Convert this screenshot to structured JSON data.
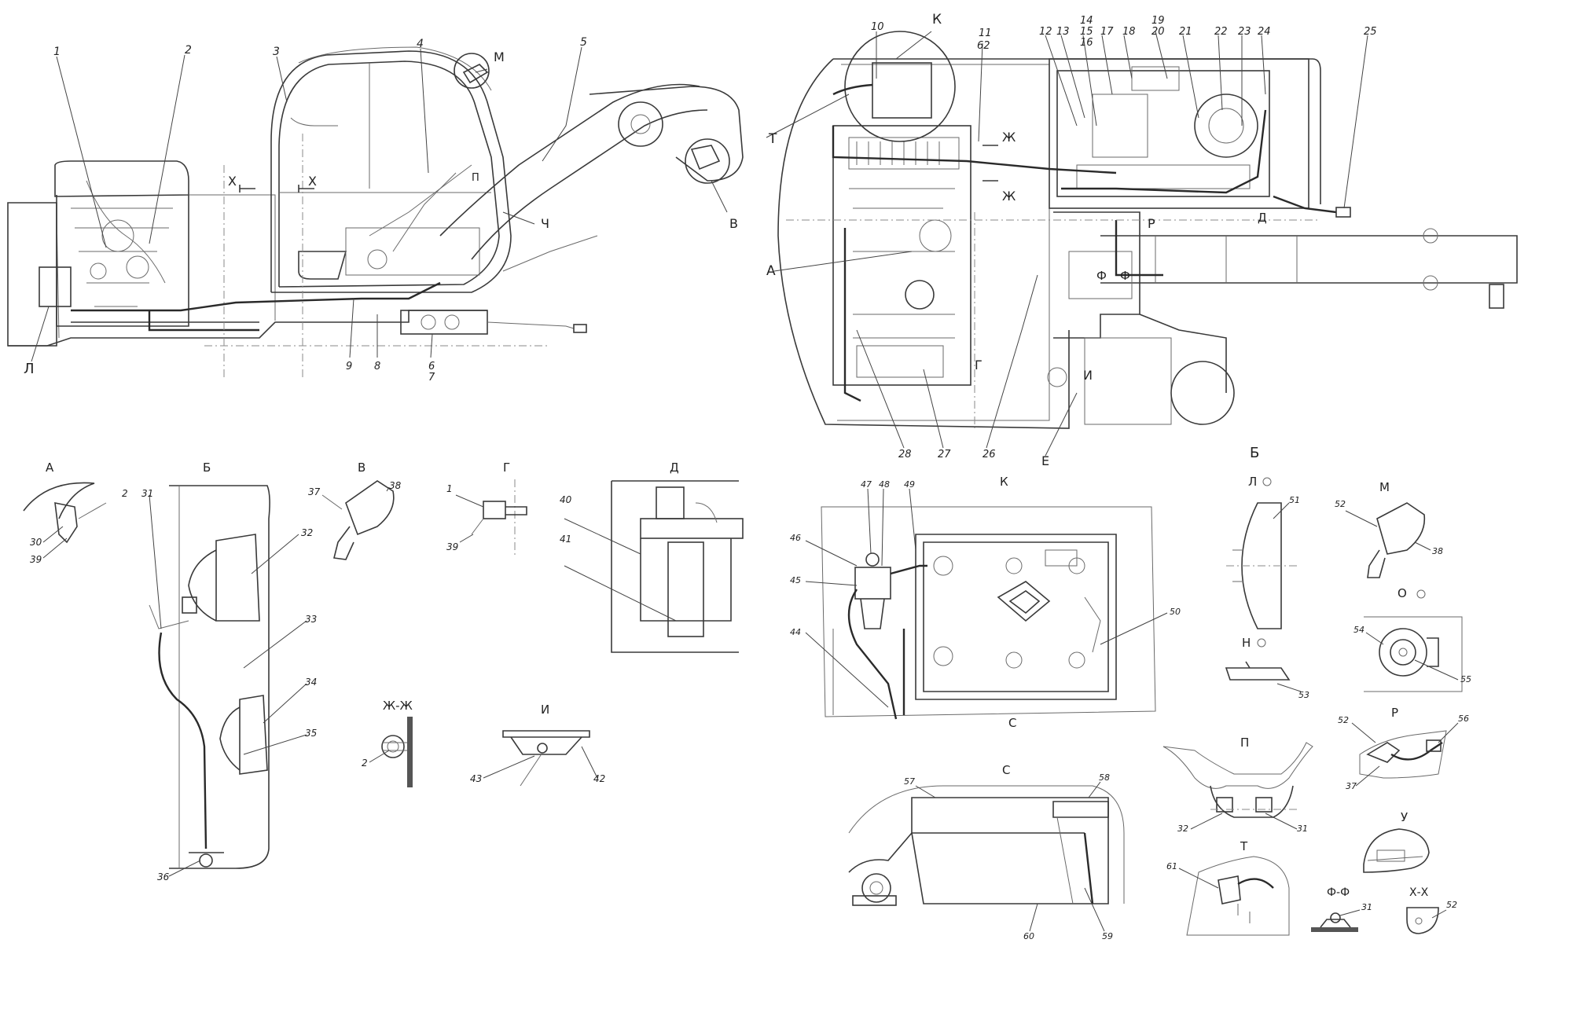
{
  "callouts_top_left": [
    {
      "id": "c1",
      "text": "1"
    },
    {
      "id": "c2",
      "text": "2"
    },
    {
      "id": "c3",
      "text": "3"
    },
    {
      "id": "c4",
      "text": "4"
    },
    {
      "id": "c5",
      "text": "5"
    },
    {
      "id": "c6",
      "text": "6"
    },
    {
      "id": "c7",
      "text": "7"
    },
    {
      "id": "c8",
      "text": "8"
    },
    {
      "id": "c9",
      "text": "9"
    },
    {
      "id": "cL",
      "text": "Л"
    },
    {
      "id": "cM",
      "text": "М"
    },
    {
      "id": "cV",
      "text": "В"
    },
    {
      "id": "cCh",
      "text": "Ч"
    },
    {
      "id": "cX1",
      "text": "Х"
    },
    {
      "id": "cX2",
      "text": "Х"
    },
    {
      "id": "cP",
      "text": "П"
    }
  ],
  "callouts_top_right": [
    {
      "id": "c10",
      "text": "10"
    },
    {
      "id": "cK",
      "text": "К"
    },
    {
      "id": "c11",
      "text": "11"
    },
    {
      "id": "c62",
      "text": "62"
    },
    {
      "id": "c12",
      "text": "12"
    },
    {
      "id": "c13",
      "text": "13"
    },
    {
      "id": "c14",
      "text": "14"
    },
    {
      "id": "c15",
      "text": "15"
    },
    {
      "id": "c16",
      "text": "16"
    },
    {
      "id": "c17",
      "text": "17"
    },
    {
      "id": "c18",
      "text": "18"
    },
    {
      "id": "c19",
      "text": "19"
    },
    {
      "id": "c20",
      "text": "20"
    },
    {
      "id": "c21",
      "text": "21"
    },
    {
      "id": "c22",
      "text": "22"
    },
    {
      "id": "c23",
      "text": "23"
    },
    {
      "id": "c24",
      "text": "24"
    },
    {
      "id": "c25",
      "text": "25"
    },
    {
      "id": "cT",
      "text": "Т"
    },
    {
      "id": "cA",
      "text": "А"
    },
    {
      "id": "cZh1",
      "text": "Ж"
    },
    {
      "id": "cZh2",
      "text": "Ж"
    },
    {
      "id": "cR",
      "text": "Р"
    },
    {
      "id": "cD",
      "text": "Д"
    },
    {
      "id": "cF1",
      "text": "Ф"
    },
    {
      "id": "cF2",
      "text": "Ф"
    },
    {
      "id": "cG",
      "text": "Г"
    },
    {
      "id": "cI",
      "text": "И"
    },
    {
      "id": "c26",
      "text": "26"
    },
    {
      "id": "c27",
      "text": "27"
    },
    {
      "id": "c28",
      "text": "28"
    },
    {
      "id": "cE",
      "text": "Е"
    },
    {
      "id": "cB",
      "text": "Б"
    }
  ],
  "views": {
    "A": {
      "title": "А",
      "labels": [
        "2",
        "30",
        "39"
      ]
    },
    "B": {
      "title": "Б",
      "labels": [
        "31",
        "32",
        "33",
        "34",
        "35",
        "36"
      ]
    },
    "V": {
      "title": "В",
      "labels": [
        "37",
        "38"
      ]
    },
    "G": {
      "title": "Г",
      "labels": [
        "1",
        "39"
      ]
    },
    "D": {
      "title": "Д",
      "labels": [
        "40",
        "41"
      ]
    },
    "ZhZh": {
      "title": "Ж-Ж",
      "labels": [
        "2"
      ]
    },
    "I": {
      "title": "И",
      "labels": [
        "43",
        "42"
      ]
    },
    "K": {
      "title": "К",
      "labels": [
        "47",
        "48",
        "49",
        "46",
        "45",
        "44",
        "50",
        "С"
      ]
    },
    "L": {
      "title": "Л",
      "labels": [
        "51"
      ]
    },
    "M": {
      "title": "М",
      "labels": [
        "52",
        "38"
      ]
    },
    "N": {
      "title": "Н",
      "labels": [
        "53"
      ]
    },
    "O": {
      "title": "О",
      "labels": [
        "54",
        "55"
      ]
    },
    "P": {
      "title": "П",
      "labels": [
        "32",
        "31"
      ]
    },
    "R": {
      "title": "Р",
      "labels": [
        "52",
        "56",
        "37"
      ]
    },
    "S": {
      "title": "С",
      "labels": [
        "57",
        "58",
        "59",
        "60"
      ]
    },
    "T": {
      "title": "Т",
      "labels": [
        "61"
      ]
    },
    "U": {
      "title": "У",
      "labels": []
    },
    "FF": {
      "title": "Ф-Ф",
      "labels": [
        "31"
      ]
    },
    "XX": {
      "title": "Х-Х",
      "labels": [
        "52"
      ]
    }
  },
  "colors": {
    "line": "#3a3a3a",
    "thin": "#6a6a6a",
    "paper": "#ffffff"
  }
}
